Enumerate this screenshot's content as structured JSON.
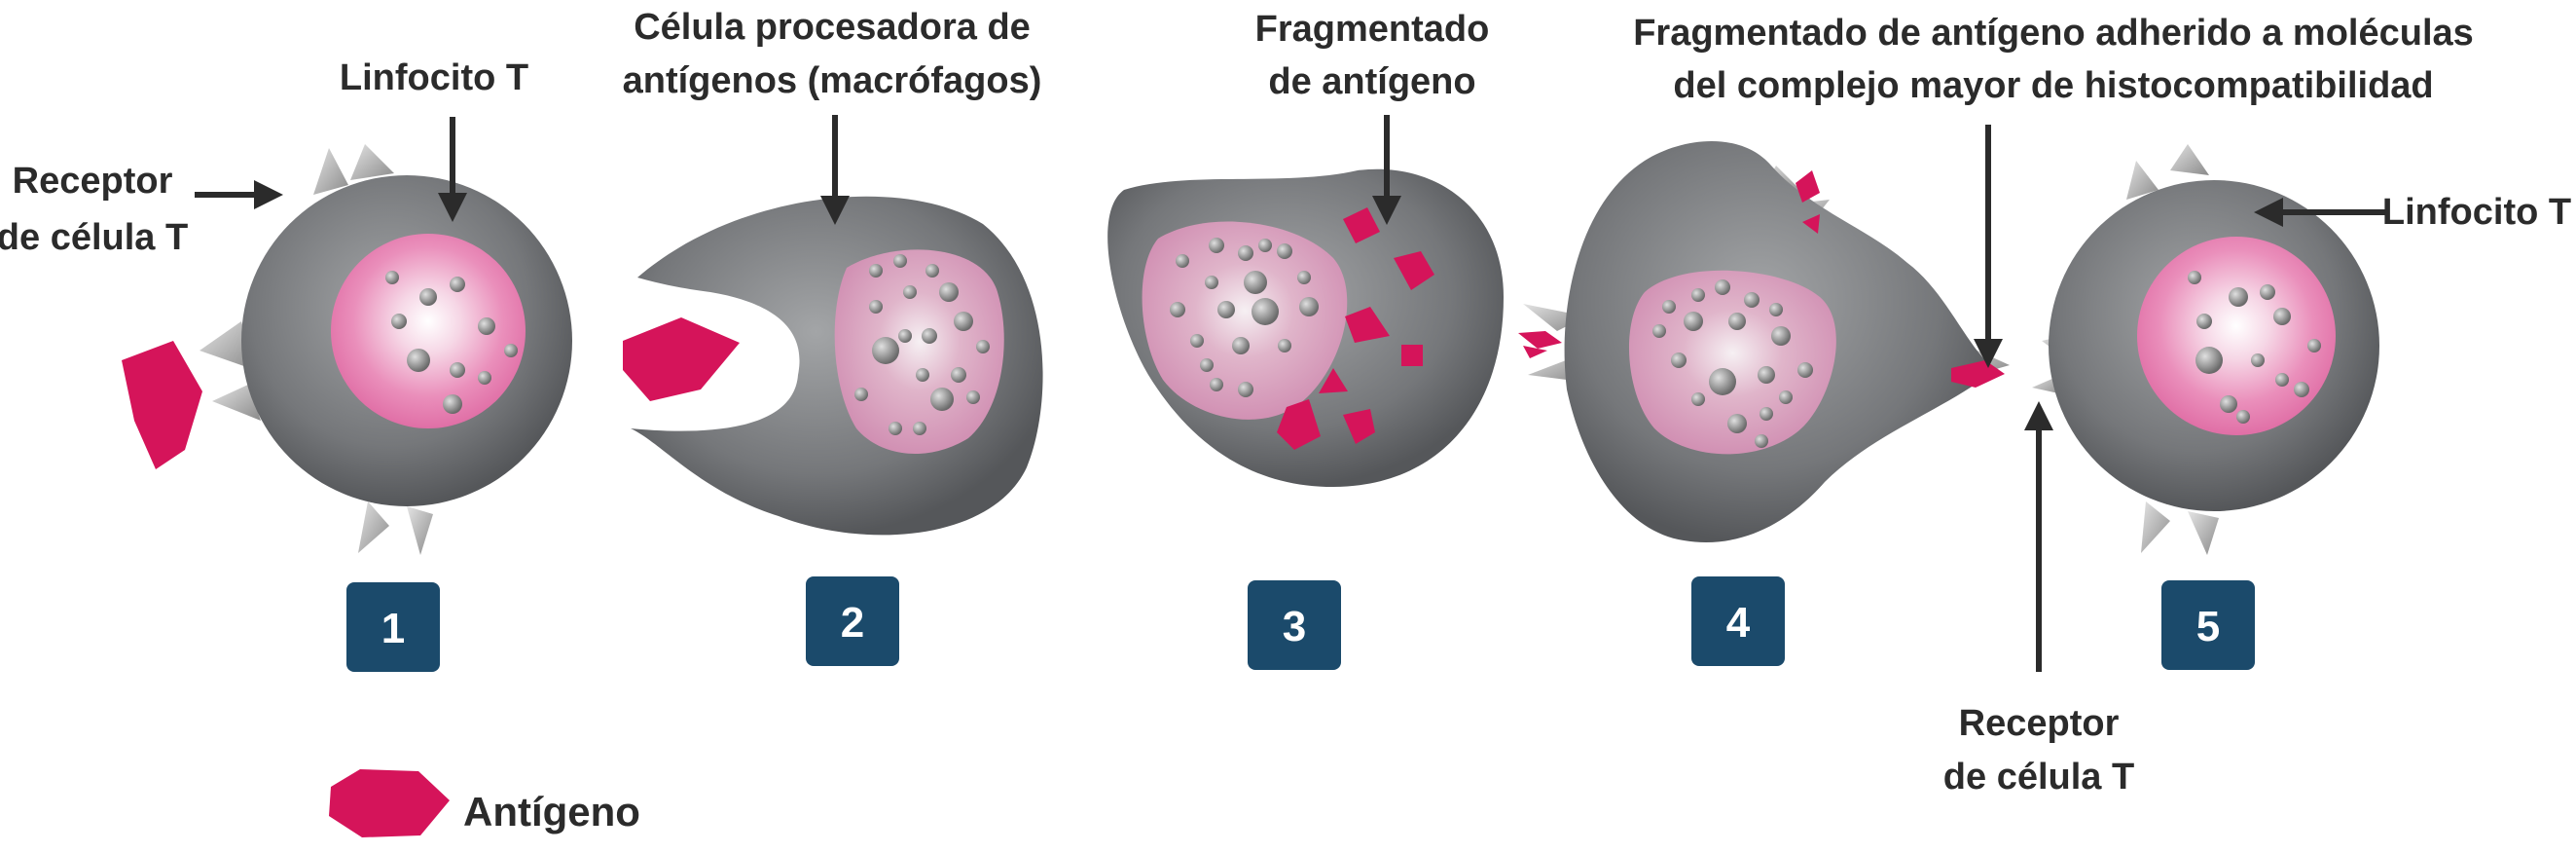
{
  "labels": {
    "tcell_receptor_1": [
      "Receptor",
      "de célula T"
    ],
    "lymphocyte_1": "Linfocito T",
    "apc": [
      "Célula procesadora de",
      "antígenos (macrófagos)"
    ],
    "fragmented": [
      "Fragmentado",
      "de antígeno"
    ],
    "mhc": [
      "Fragmentado de antígeno adherido a moléculas",
      "del complejo mayor de histocompatibilidad"
    ],
    "lymphocyte_5": "Linfocito T",
    "tcell_receptor_5": [
      "Receptor",
      "de célula T"
    ]
  },
  "steps": [
    "1",
    "2",
    "3",
    "4",
    "5"
  ],
  "legend": {
    "label": "Antígeno"
  },
  "colors": {
    "cell_gray": "#6f7173",
    "nucleus_pink": "#e679ad",
    "antigen": "#d5145a",
    "step_box": "#1b4a6b",
    "arrow": "#2b2b2b"
  }
}
